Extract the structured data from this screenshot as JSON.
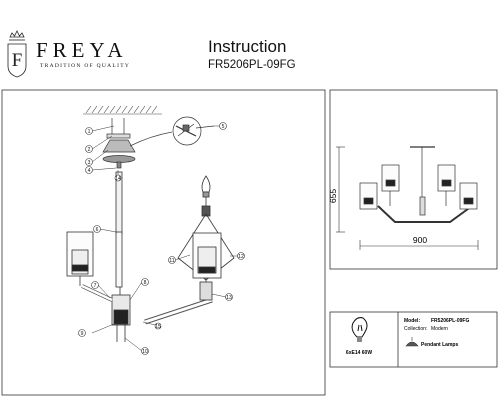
{
  "header": {
    "brand": "FREYA",
    "tagline": "TRADITION OF QUALITY",
    "title": "Instruction",
    "model_code": "FR5206PL-09FG"
  },
  "diagram": {
    "callouts": [
      "1",
      "2",
      "3",
      "4",
      "5",
      "6",
      "7",
      "8",
      "9",
      "10",
      "11",
      "12",
      "13",
      "14",
      "15"
    ]
  },
  "dimensions": {
    "height": "655",
    "width": "900"
  },
  "specs": {
    "bulb": "6xE14 60W",
    "model_label": "Model:",
    "model_value": "FR5206PL-09FG",
    "collection_label": "Collection:",
    "collection_value": "Modern",
    "type_value": "Pendant Lamps"
  }
}
